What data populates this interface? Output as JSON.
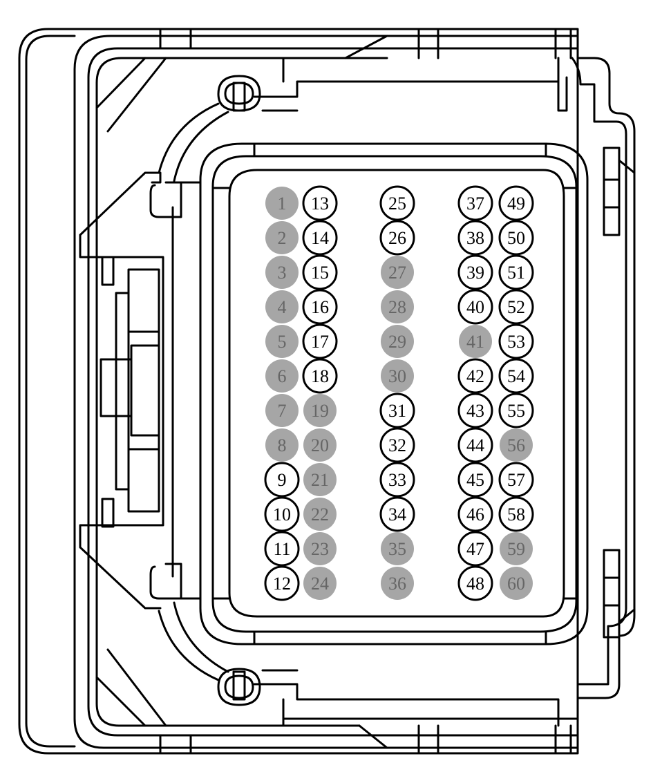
{
  "connector": {
    "pin_count": 60,
    "fill_colors": {
      "unused_pin_fill": "#a6a6a6",
      "unused_pin_text": "#666666",
      "used_pin_fill": "#ffffff",
      "used_pin_stroke": "#000000",
      "used_pin_text": "#000000"
    },
    "columns": [
      {
        "pins": [
          {
            "label": "1",
            "filled": true
          },
          {
            "label": "2",
            "filled": true
          },
          {
            "label": "3",
            "filled": true
          },
          {
            "label": "4",
            "filled": true
          },
          {
            "label": "5",
            "filled": true
          },
          {
            "label": "6",
            "filled": true
          },
          {
            "label": "7",
            "filled": true
          },
          {
            "label": "8",
            "filled": true
          },
          {
            "label": "9",
            "filled": false
          },
          {
            "label": "10",
            "filled": false
          },
          {
            "label": "11",
            "filled": false
          },
          {
            "label": "12",
            "filled": false
          }
        ]
      },
      {
        "pins": [
          {
            "label": "13",
            "filled": false
          },
          {
            "label": "14",
            "filled": false
          },
          {
            "label": "15",
            "filled": false
          },
          {
            "label": "16",
            "filled": false
          },
          {
            "label": "17",
            "filled": false
          },
          {
            "label": "18",
            "filled": false
          },
          {
            "label": "19",
            "filled": true
          },
          {
            "label": "20",
            "filled": true
          },
          {
            "label": "21",
            "filled": true
          },
          {
            "label": "22",
            "filled": true
          },
          {
            "label": "23",
            "filled": true
          },
          {
            "label": "24",
            "filled": true
          }
        ]
      },
      {
        "pins": [
          {
            "label": "25",
            "filled": false
          },
          {
            "label": "26",
            "filled": false
          },
          {
            "label": "27",
            "filled": true
          },
          {
            "label": "28",
            "filled": true
          },
          {
            "label": "29",
            "filled": true
          },
          {
            "label": "30",
            "filled": true
          },
          {
            "label": "31",
            "filled": false
          },
          {
            "label": "32",
            "filled": false
          },
          {
            "label": "33",
            "filled": false
          },
          {
            "label": "34",
            "filled": false
          },
          {
            "label": "35",
            "filled": true
          },
          {
            "label": "36",
            "filled": true
          }
        ]
      },
      {
        "pins": [
          {
            "label": "37",
            "filled": false
          },
          {
            "label": "38",
            "filled": false
          },
          {
            "label": "39",
            "filled": false
          },
          {
            "label": "40",
            "filled": false
          },
          {
            "label": "41",
            "filled": true
          },
          {
            "label": "42",
            "filled": false
          },
          {
            "label": "43",
            "filled": false
          },
          {
            "label": "44",
            "filled": false
          },
          {
            "label": "45",
            "filled": false
          },
          {
            "label": "46",
            "filled": false
          },
          {
            "label": "47",
            "filled": false
          },
          {
            "label": "48",
            "filled": false
          }
        ]
      },
      {
        "pins": [
          {
            "label": "49",
            "filled": false
          },
          {
            "label": "50",
            "filled": false
          },
          {
            "label": "51",
            "filled": false
          },
          {
            "label": "52",
            "filled": false
          },
          {
            "label": "53",
            "filled": false
          },
          {
            "label": "54",
            "filled": false
          },
          {
            "label": "55",
            "filled": false
          },
          {
            "label": "56",
            "filled": true
          },
          {
            "label": "57",
            "filled": false
          },
          {
            "label": "58",
            "filled": false
          },
          {
            "label": "59",
            "filled": true
          },
          {
            "label": "60",
            "filled": true
          }
        ]
      }
    ]
  }
}
